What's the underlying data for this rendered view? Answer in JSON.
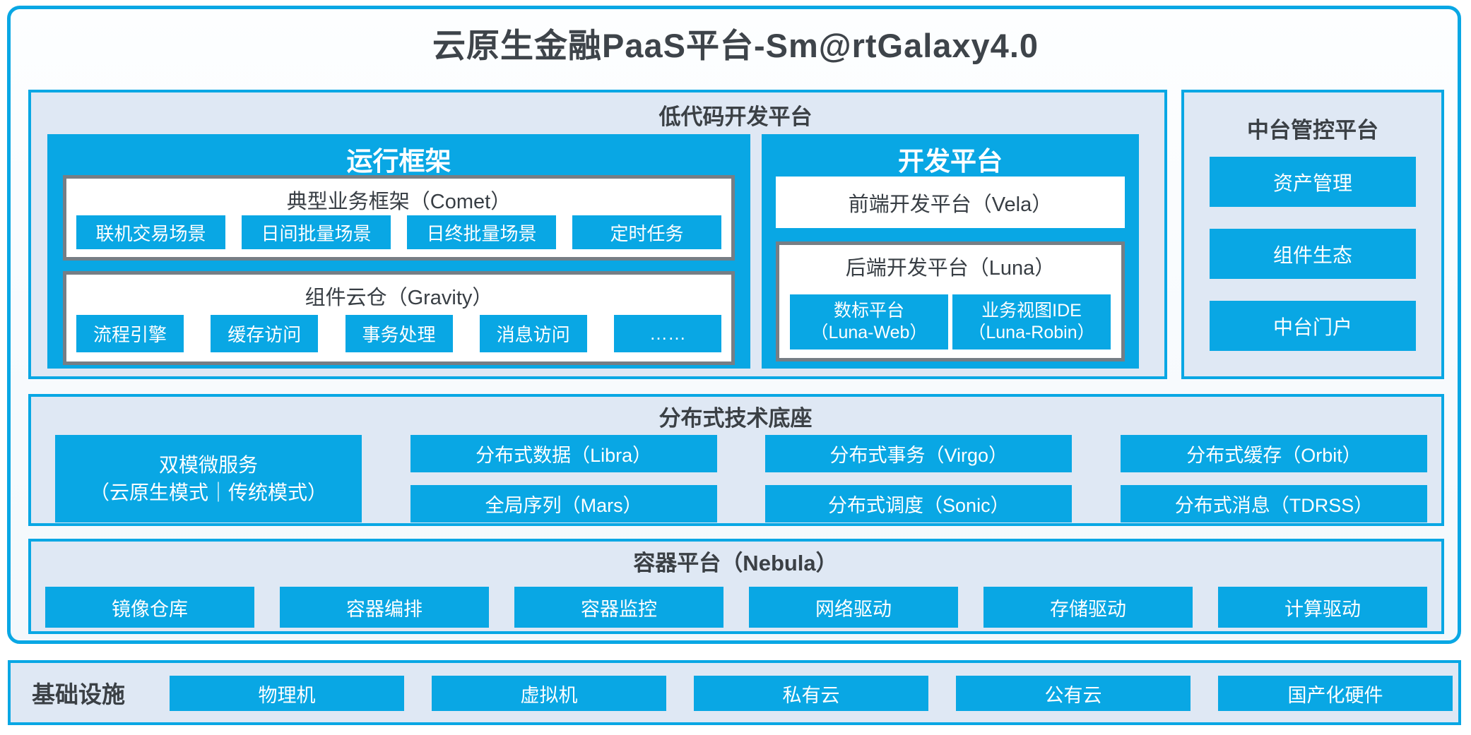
{
  "title": "云原生金融PaaS平台-Sm@rtGalaxy4.0",
  "colors": {
    "accent_blue": "#09A7E4",
    "panel_fill": "#DFE8F4",
    "box_border_gray": "#767E85",
    "dark_text": "#3B4045"
  },
  "lowcode": {
    "label": "低代码开发平台",
    "runtime": {
      "title": "运行框架",
      "comet": {
        "title": "典型业务框架（Comet）",
        "items": [
          "联机交易场景",
          "日间批量场景",
          "日终批量场景",
          "定时任务"
        ]
      },
      "gravity": {
        "title": "组件云仓（Gravity）",
        "items": [
          "流程引擎",
          "缓存访问",
          "事务处理",
          "消息访问",
          "……"
        ]
      }
    },
    "dev": {
      "title": "开发平台",
      "vela": "前端开发平台（Vela）",
      "luna": {
        "title": "后端开发平台（Luna）",
        "items": [
          {
            "line1": "数标平台",
            "line2": "（Luna-Web）"
          },
          {
            "line1": "业务视图IDE",
            "line2": "（Luna-Robin）"
          }
        ]
      }
    }
  },
  "midplatform": {
    "label": "中台管控平台",
    "items": [
      "资产管理",
      "组件生态",
      "中台门户"
    ]
  },
  "distributed": {
    "label": "分布式技术底座",
    "featured": {
      "line1": "双模微服务",
      "line2": "（云原生模式｜传统模式）"
    },
    "columns": [
      [
        "分布式数据（Libra）",
        "全局序列（Mars）"
      ],
      [
        "分布式事务（Virgo）",
        "分布式调度（Sonic）"
      ],
      [
        "分布式缓存（Orbit）",
        "分布式消息（TDRSS）"
      ]
    ]
  },
  "container_platform": {
    "label": "容器平台（Nebula）",
    "items": [
      "镜像仓库",
      "容器编排",
      "容器监控",
      "网络驱动",
      "存储驱动",
      "计算驱动"
    ]
  },
  "infrastructure": {
    "label": "基础设施",
    "items": [
      "物理机",
      "虚拟机",
      "私有云",
      "公有云",
      "国产化硬件"
    ]
  }
}
